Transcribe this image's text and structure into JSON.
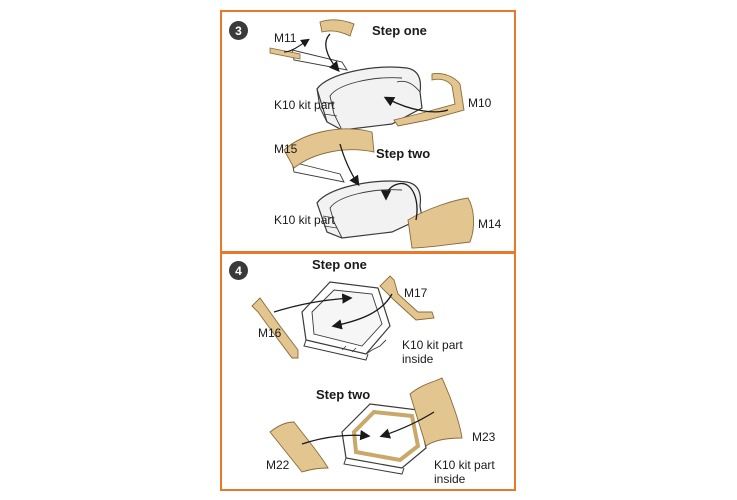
{
  "colors": {
    "accent": "#e8792b",
    "part_fill": "#e2c58f",
    "part_stroke": "#8a6a3a",
    "kit_fill": "#f2f2f2",
    "kit_stroke": "#3a3a3a"
  },
  "panel3": {
    "badge": "3",
    "step_one": "Step one",
    "step_two": "Step two",
    "labels": {
      "m11": "M11",
      "m10": "M10",
      "m15": "M15",
      "m14": "M14",
      "kit_a": "K10 kit part",
      "kit_b": "K10 kit part"
    }
  },
  "panel4": {
    "badge": "4",
    "step_one": "Step one",
    "step_two": "Step two",
    "labels": {
      "m17": "M17",
      "m16": "M16",
      "m23": "M23",
      "m22": "M22",
      "kit_a_line1": "K10 kit part",
      "kit_a_line2": "inside",
      "kit_b_line1": "K10 kit part",
      "kit_b_line2": "inside"
    }
  }
}
